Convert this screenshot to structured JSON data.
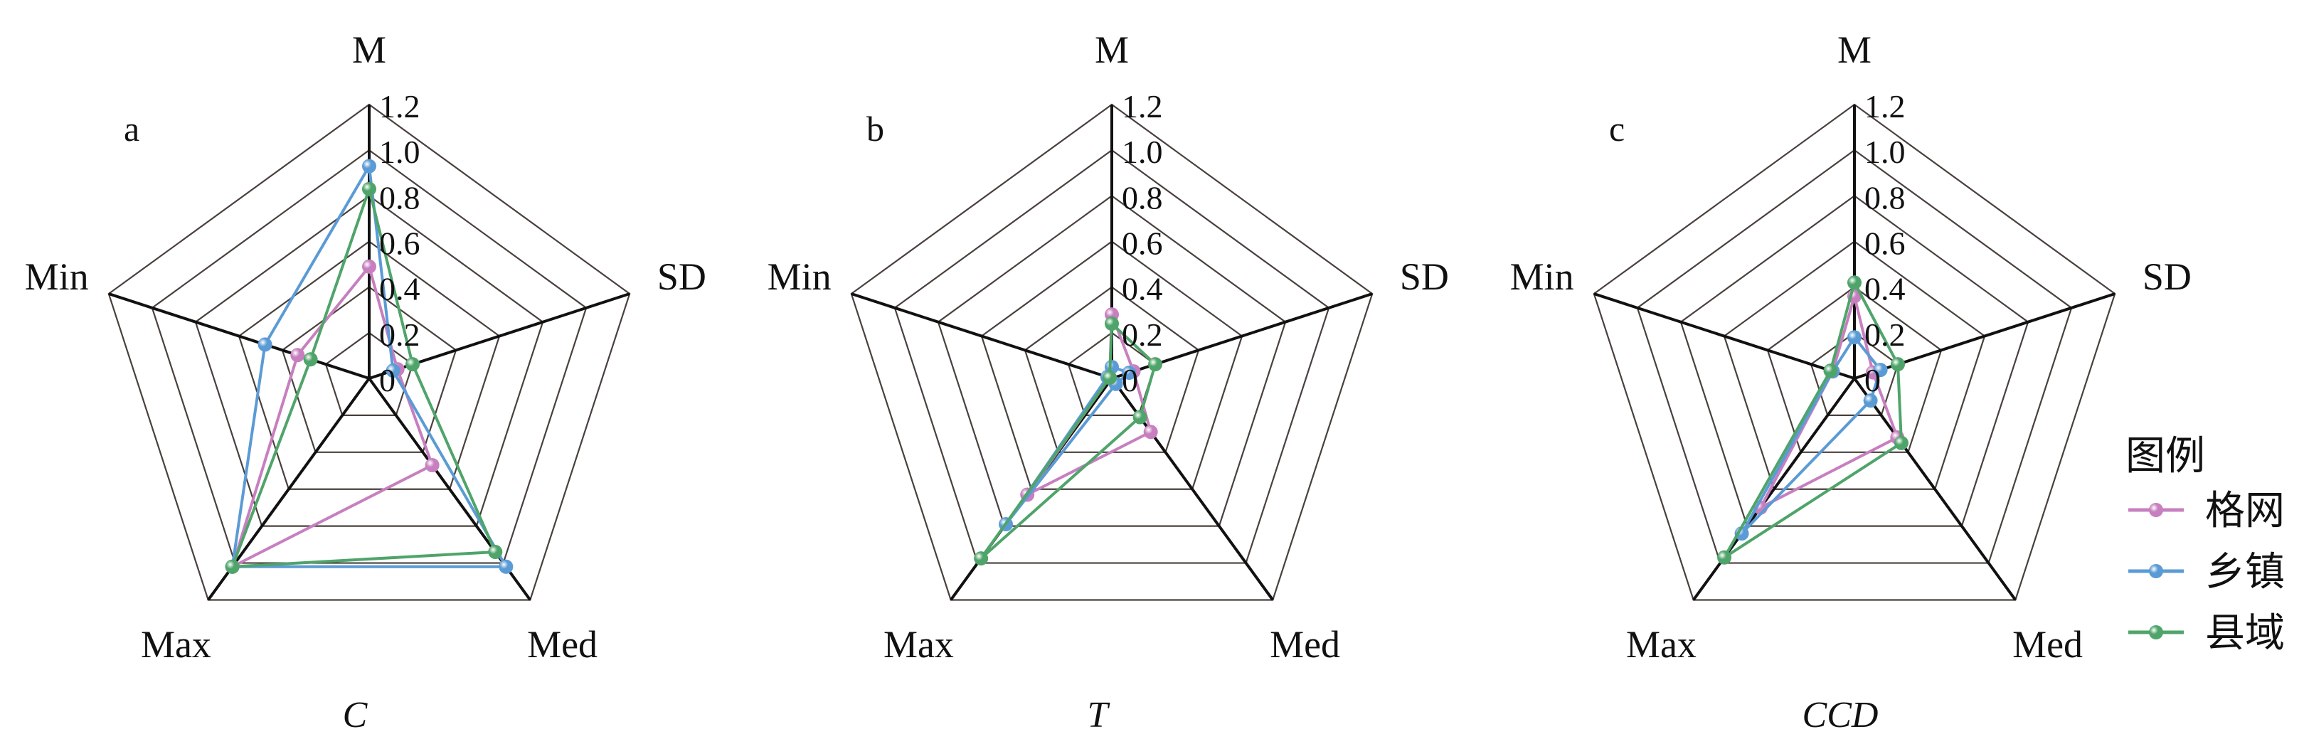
{
  "chart_data": {
    "type": "radar",
    "axes": [
      "M",
      "SD",
      "Med",
      "Max",
      "Min"
    ],
    "ticks": [
      "0",
      "0.2",
      "0.4",
      "0.6",
      "0.8",
      "1.0",
      "1.2"
    ],
    "range": [
      0,
      1.2
    ],
    "legend": {
      "title": "图例",
      "position": "right"
    },
    "series_meta": [
      {
        "name": "格网",
        "color": "#c77fbf"
      },
      {
        "name": "乡镇",
        "color": "#5b9bd5"
      },
      {
        "name": "县域",
        "color": "#4fa46a"
      }
    ],
    "panels": [
      {
        "letter": "a",
        "title": "C",
        "series": [
          {
            "name": "格网",
            "values": [
              0.49,
              0.13,
              0.47,
              1.02,
              0.33
            ]
          },
          {
            "name": "乡镇",
            "values": [
              0.93,
              0.11,
              1.02,
              1.02,
              0.48
            ]
          },
          {
            "name": "县域",
            "values": [
              0.83,
              0.2,
              0.94,
              1.02,
              0.27
            ]
          }
        ]
      },
      {
        "letter": "b",
        "title": "T",
        "series": [
          {
            "name": "格网",
            "values": [
              0.28,
              0.1,
              0.29,
              0.63,
              0.01
            ]
          },
          {
            "name": "乡镇",
            "values": [
              0.05,
              0.08,
              0.03,
              0.79,
              0.02
            ]
          },
          {
            "name": "县域",
            "values": [
              0.24,
              0.2,
              0.21,
              0.975,
              0.01
            ]
          }
        ]
      },
      {
        "letter": "c",
        "title": "CCD",
        "series": [
          {
            "name": "格网",
            "values": [
              0.36,
              0.085,
              0.32,
              0.7,
              0.1
            ]
          },
          {
            "name": "乡镇",
            "values": [
              0.18,
              0.12,
              0.12,
              0.84,
              0.1
            ]
          },
          {
            "name": "县域",
            "values": [
              0.42,
              0.2,
              0.35,
              0.97,
              0.11
            ]
          }
        ]
      }
    ]
  }
}
